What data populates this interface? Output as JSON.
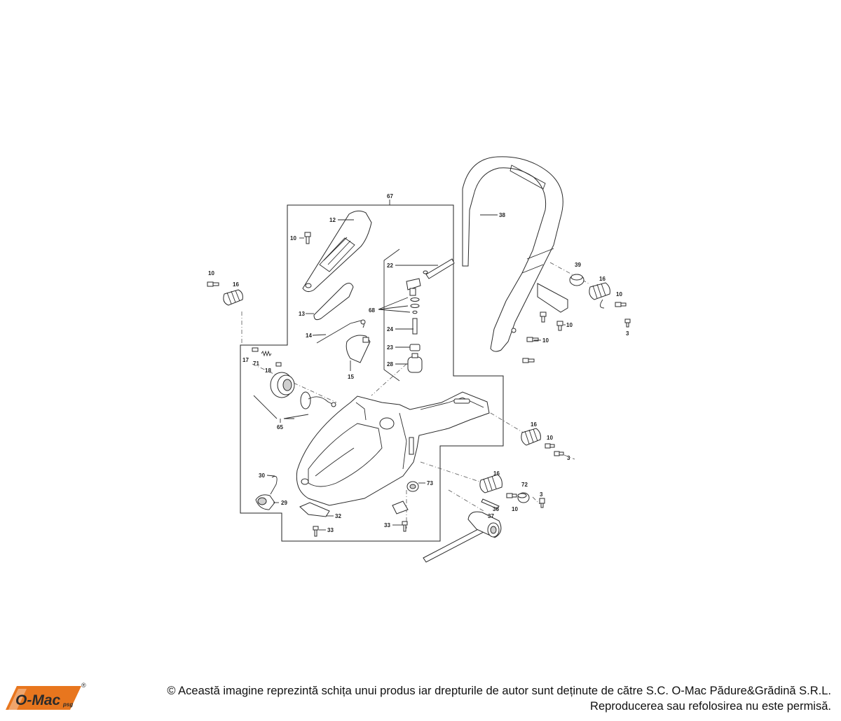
{
  "diagram": {
    "part_labels": [
      {
        "id": "p67",
        "text": "67"
      },
      {
        "id": "p12",
        "text": "12"
      },
      {
        "id": "p10a",
        "text": "10"
      },
      {
        "id": "p10b",
        "text": "10"
      },
      {
        "id": "p16a",
        "text": "16"
      },
      {
        "id": "p13",
        "text": "13"
      },
      {
        "id": "p14",
        "text": "14"
      },
      {
        "id": "p15",
        "text": "15"
      },
      {
        "id": "p22",
        "text": "22"
      },
      {
        "id": "p68",
        "text": "68"
      },
      {
        "id": "p24",
        "text": "24"
      },
      {
        "id": "p23",
        "text": "23"
      },
      {
        "id": "p28",
        "text": "28"
      },
      {
        "id": "p17",
        "text": "17"
      },
      {
        "id": "p71",
        "text": "71"
      },
      {
        "id": "p18",
        "text": "18"
      },
      {
        "id": "p65",
        "text": "65"
      },
      {
        "id": "p30",
        "text": "30"
      },
      {
        "id": "p29",
        "text": "29"
      },
      {
        "id": "p32",
        "text": "32"
      },
      {
        "id": "p33a",
        "text": "33"
      },
      {
        "id": "p33b",
        "text": "33"
      },
      {
        "id": "p73",
        "text": "73"
      },
      {
        "id": "p38",
        "text": "38"
      },
      {
        "id": "p39",
        "text": "39"
      },
      {
        "id": "p16b",
        "text": "16"
      },
      {
        "id": "p10c",
        "text": "10"
      },
      {
        "id": "p3a",
        "text": "3"
      },
      {
        "id": "p10d",
        "text": "10"
      },
      {
        "id": "p10e",
        "text": "10"
      },
      {
        "id": "p16c",
        "text": "16"
      },
      {
        "id": "p10f",
        "text": "10"
      },
      {
        "id": "p3b",
        "text": "3"
      },
      {
        "id": "p16d",
        "text": "16"
      },
      {
        "id": "p72",
        "text": "72"
      },
      {
        "id": "p3c",
        "text": "3"
      },
      {
        "id": "p10g",
        "text": "10"
      },
      {
        "id": "p36",
        "text": "36"
      },
      {
        "id": "p37",
        "text": "37"
      }
    ]
  },
  "logo": {
    "text": "O-Mac",
    "suffix": "psg",
    "registered": "®",
    "brand_color": "#e8761e"
  },
  "footer": {
    "line1": "© Această imagine reprezintă schița unui produs iar drepturile de autor sunt deținute de către S.C. O-Mac Pădure&Grădină S.R.L.",
    "line2": "Reproducerea sau refolosirea nu este permisă."
  }
}
